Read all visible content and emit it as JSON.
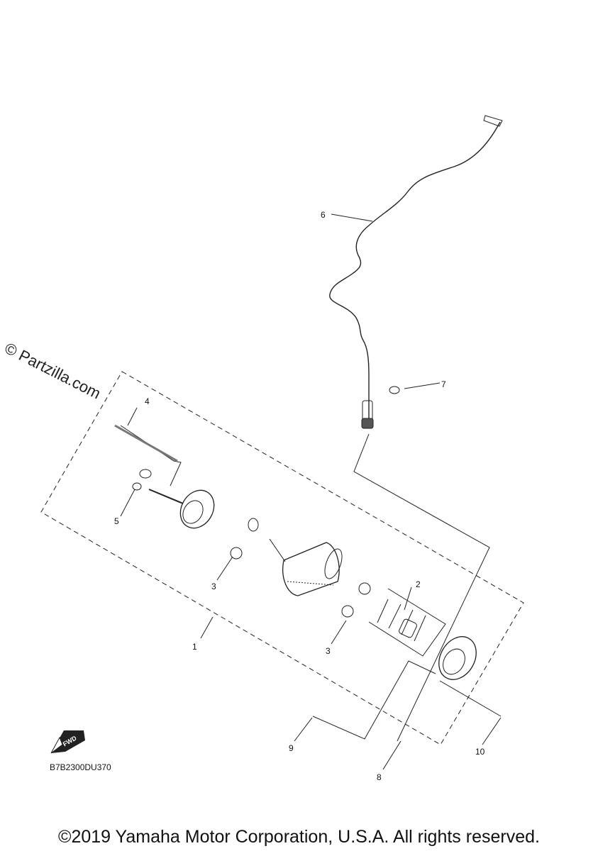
{
  "watermark": "© Partzilla.com",
  "diagram_code": "B7B2300DU370",
  "copyright": "©2019 Yamaha Motor Corporation, U.S.A. All rights reserved.",
  "fwd_label": "FWD",
  "callouts": [
    "1",
    "2",
    "3",
    "3",
    "4",
    "5",
    "6",
    "7",
    "8",
    "9",
    "10"
  ]
}
